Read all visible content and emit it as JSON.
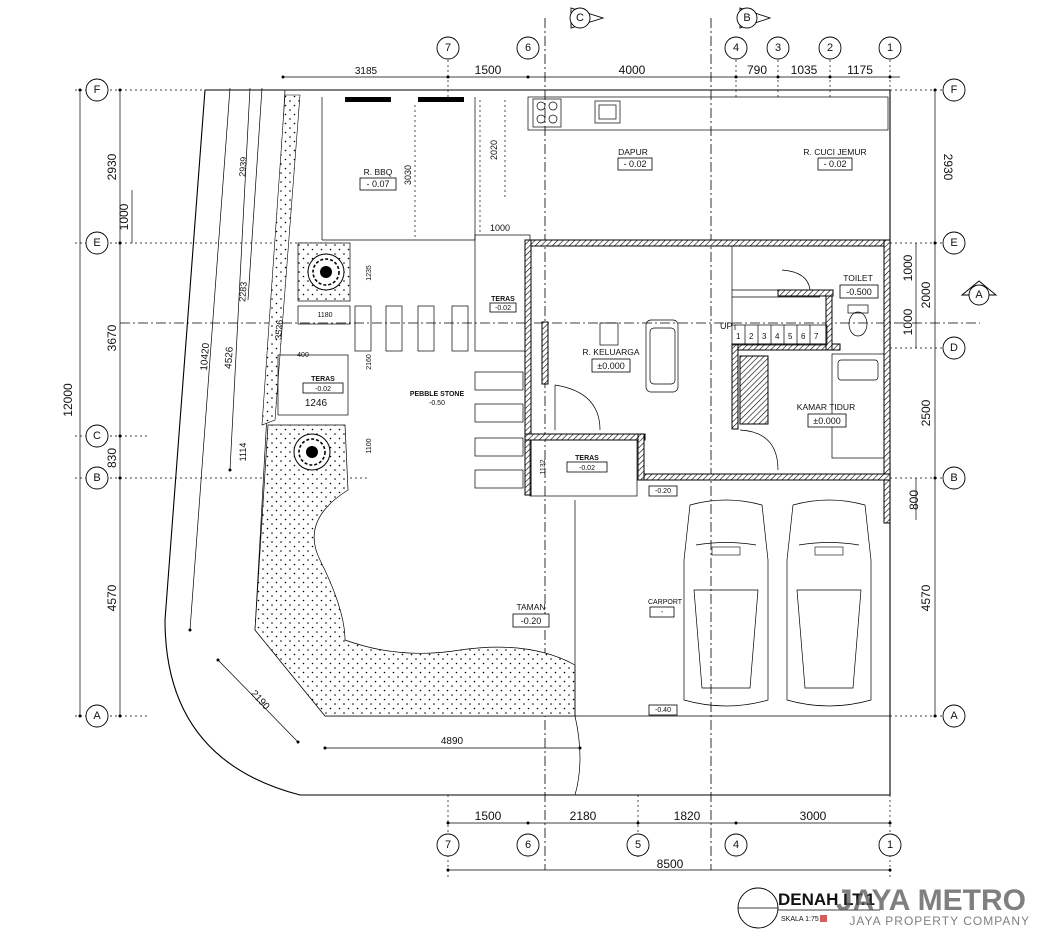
{
  "grid_labels": {
    "top": [
      "7",
      "6",
      "4",
      "3",
      "2",
      "1"
    ],
    "bottom": [
      "7",
      "6",
      "5",
      "4",
      "1"
    ],
    "left": [
      "F",
      "E",
      "C",
      "B",
      "A"
    ],
    "right": [
      "F",
      "E",
      "D",
      "B",
      "A"
    ],
    "section_markers": [
      "C",
      "B",
      "A"
    ]
  },
  "dimensions": {
    "top": [
      "3185",
      "1500",
      "4000",
      "790",
      "1035",
      "1175"
    ],
    "bottom": [
      "1500",
      "2180",
      "1820",
      "3000"
    ],
    "bottom_total": "8500",
    "left_outer": "12000",
    "left": [
      "2930",
      "3670",
      "830",
      "4570"
    ],
    "left_small": [
      "1000",
      "1180"
    ],
    "right": [
      "2930",
      "1000",
      "1000",
      "2000",
      "2500",
      "800",
      "4570"
    ],
    "inner": [
      "10420",
      "4526",
      "2283",
      "2939",
      "3526",
      "1114",
      "1246",
      "400",
      "1235",
      "2160",
      "1100",
      "1132",
      "2190",
      "4890",
      "2020",
      "3030",
      "1000"
    ]
  },
  "rooms": {
    "bbq": {
      "name": "R. BBQ",
      "level": "- 0.07"
    },
    "dapur": {
      "name": "DAPUR",
      "level": "- 0.02"
    },
    "cuci": {
      "name": "R. CUCI JEMUR",
      "level": "- 0.02"
    },
    "toilet": {
      "name": "TOILET",
      "level": "-0.500"
    },
    "keluarga": {
      "name": "R. KELUARGA",
      "level": "±0.000"
    },
    "kamar": {
      "name": "KAMAR TIDUR",
      "level": "±0.000"
    },
    "teras1": {
      "name": "TERAS",
      "level": "-0.02"
    },
    "teras2": {
      "name": "TERAS",
      "level": "-0.02"
    },
    "teras3": {
      "name": "TERAS",
      "level": "-0.02"
    },
    "pebble": {
      "name": "PEBBLE STONE",
      "level": "-0.50"
    },
    "taman": {
      "name": "TAMAN",
      "level": "-0.20"
    },
    "carport": {
      "name": "CARPORT",
      "level": "-"
    }
  },
  "levels": {
    "carport_edge": "-0.20",
    "carport_bottom": "-0.40"
  },
  "stairs": {
    "up": "UP",
    "steps": [
      "1",
      "2",
      "3",
      "4",
      "5",
      "6",
      "7"
    ]
  },
  "title_block": {
    "title": "DENAH LT.1",
    "scale": "SKALA 1:75"
  },
  "watermark": {
    "brand": "JAYA METRO",
    "tagline": "JAYA PROPERTY COMPANY"
  }
}
